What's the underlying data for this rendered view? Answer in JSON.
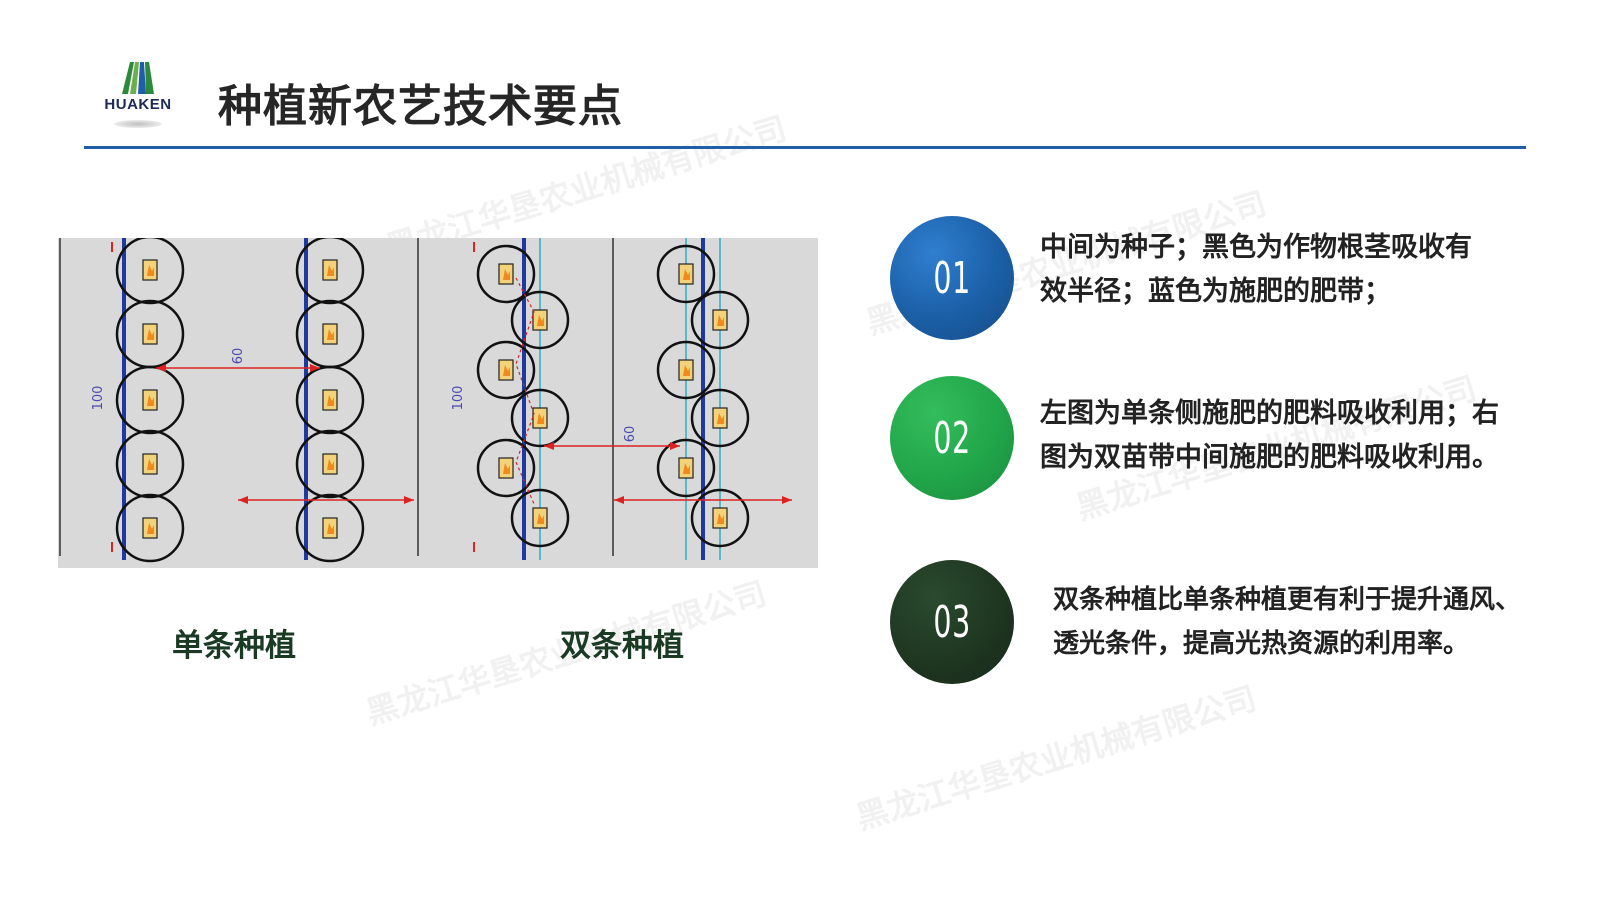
{
  "header": {
    "logo_text": "HUAKEN",
    "title": "种植新农艺技术要点"
  },
  "watermark": "黑龙江华垦农业机械有限公司",
  "diagram": {
    "single_label_spacing": "60",
    "single_label_height": "100",
    "double_label_spacing": "60",
    "double_label_height": "100"
  },
  "captions": {
    "single": "单条种植",
    "double": "双条种植"
  },
  "points": [
    {
      "number": "01",
      "color": "#1b5fa6",
      "line1": "中间为种子；黑色为作物根茎吸收有",
      "line2": "效半径；蓝色为施肥的肥带；"
    },
    {
      "number": "02",
      "color": "#21a64a",
      "line1": "左图为单条侧施肥的肥料吸收利用；右",
      "line2": "图为双苗带中间施肥的肥料吸收利用。"
    },
    {
      "number": "03",
      "color": "#1e3520",
      "line1": "双条种植比单条种植更有利于提升通风、",
      "line2": "透光条件，提高光热资源的利用率。"
    }
  ]
}
